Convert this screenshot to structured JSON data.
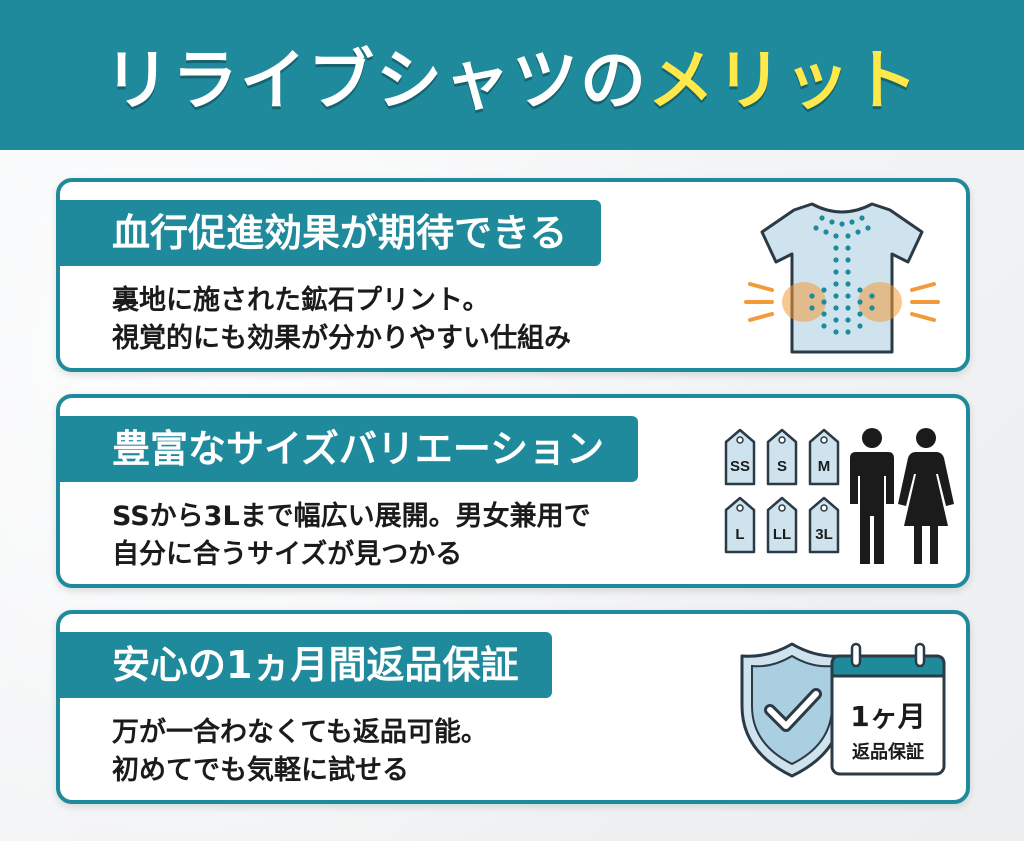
{
  "header": {
    "title_main": "リライブシャツの",
    "title_accent": "メリット"
  },
  "colors": {
    "brand_teal": "#1f8a9b",
    "accent_yellow": "#ffe94a",
    "heat_orange": "#f39a3a",
    "tag_blue": "#cfe3ef"
  },
  "cards": [
    {
      "title": "血行促進効果が期待できる",
      "desc_line1": "裏地に施された鉱石プリント。",
      "desc_line2": "視覚的にも効果が分かりやすい仕組み",
      "icon": "tshirt-heat-icon"
    },
    {
      "title": "豊富なサイズバリエーション",
      "desc_line1": "SSから3Lまで幅広い展開。男女兼用で",
      "desc_line2": "自分に合うサイズが見つかる",
      "icon": "size-tags-unisex-icon",
      "sizes": [
        "SS",
        "S",
        "M",
        "L",
        "LL",
        "3L"
      ]
    },
    {
      "title": "安心の1ヵ月間返品保証",
      "desc_line1": "万が一合わなくても返品可能。",
      "desc_line2": "初めてでも気軽に試せる",
      "icon": "shield-calendar-icon",
      "calendar_line1": "1ヶ月",
      "calendar_line2": "返品保証"
    }
  ]
}
